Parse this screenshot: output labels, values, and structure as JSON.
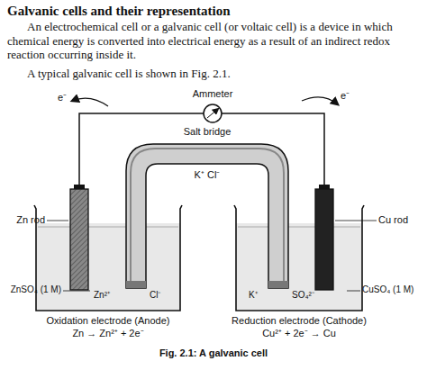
{
  "diagram": {
    "title": "Galvanic cells and their representation",
    "caption": "Fig. 2.1: A galvanic cell",
    "labels": [
      "An electrochemical cell or a galvanic cell (or voltaic cell) is a device in which chemical energy is converted into electrical energy as a result of an indirect redox reaction occurring inside it.",
      "A typical galvanic cell is shown in Fig. 2.1.",
      "Ammeter",
      "e⁻",
      "e⁻",
      "Salt bridge",
      "K⁺ Cl⁻",
      "Zn rod",
      "Cu rod",
      "ZnSO₄ (1 M)",
      "CuSO₄ (1 M)",
      "Zn²⁺",
      "Cl⁻",
      "K⁺",
      "SO₄²⁻",
      "Oxidation electrode (Anode)",
      "Zn → Zn²⁺ + 2e⁻",
      "Reduction electrode (Cathode)",
      "Cu²⁺ + 2e⁻ → Cu"
    ]
  }
}
